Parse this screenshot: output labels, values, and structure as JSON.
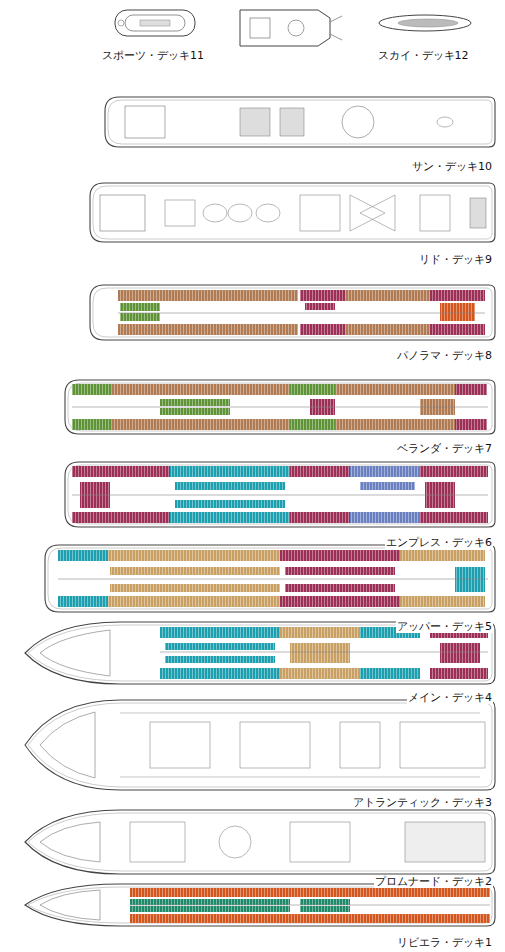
{
  "diagram": {
    "labels": [
      "スポーツ・デッキ11",
      "スカイ・デッキ12",
      "サン・デッキ10",
      "リド・デッキ9",
      "パノラマ・デッキ8",
      "ベランダ・デッキ7",
      "エンプレス・デッキ6",
      "アッパー・デッキ5",
      "メイン・デッキ4",
      "アトランティック・デッキ3",
      "プロムナード・デッキ2",
      "リビエラ・デッキ1"
    ]
  }
}
